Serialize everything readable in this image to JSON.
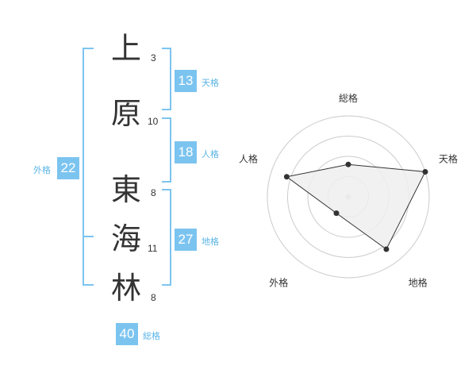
{
  "characters": [
    {
      "char": "上",
      "strokes": "3"
    },
    {
      "char": "原",
      "strokes": "10"
    },
    {
      "char": "東",
      "strokes": "8"
    },
    {
      "char": "海",
      "strokes": "11"
    },
    {
      "char": "林",
      "strokes": "8"
    }
  ],
  "grids": {
    "tenkaku": {
      "label": "天格",
      "value": "13"
    },
    "jinkaku": {
      "label": "人格",
      "value": "18"
    },
    "chikaku": {
      "label": "地格",
      "value": "27"
    },
    "gaikaku": {
      "label": "外格",
      "value": "22"
    },
    "soukaku": {
      "label": "総格",
      "value": "40"
    }
  },
  "chart_data": {
    "type": "radar",
    "axes": [
      "総格",
      "天格",
      "地格",
      "外格",
      "人格"
    ],
    "values": [
      0.4,
      1.0,
      0.8,
      0.25,
      0.8
    ],
    "rings": 4,
    "colors": {
      "fill": "#efefef",
      "line": "#333333",
      "grid": "#cccccc",
      "center": "#cccccc"
    }
  }
}
